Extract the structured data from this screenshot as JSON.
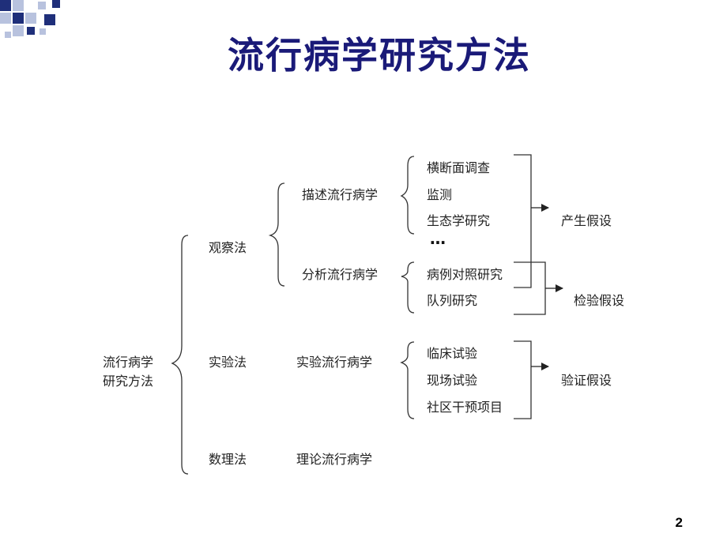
{
  "slide": {
    "title": "流行病学研究方法",
    "page_number": "2",
    "colors": {
      "title": "#1a1a78",
      "decor_dark": "#1f2f7a",
      "decor_light": "#b8c2de"
    }
  },
  "diagram": {
    "root": {
      "line1": "流行病学",
      "line2": "研究方法"
    },
    "methods": {
      "observation": "观察法",
      "experiment": "实验法",
      "mathematical": "数理法"
    },
    "branches": {
      "descriptive": "描述流行病学",
      "analytical": "分析流行病学",
      "experimental": "实验流行病学",
      "theoretical": "理论流行病学"
    },
    "leaves": {
      "descriptive": [
        "横断面调查",
        "监测",
        "生态学研究"
      ],
      "ellipsis": "…",
      "analytical": [
        "病例对照研究",
        "队列研究"
      ],
      "experimental": [
        "临床试验",
        "现场试验",
        "社区干预项目"
      ]
    },
    "outcomes": {
      "generate": "产生假设",
      "test": "检验假设",
      "verify": "验证假设"
    }
  }
}
